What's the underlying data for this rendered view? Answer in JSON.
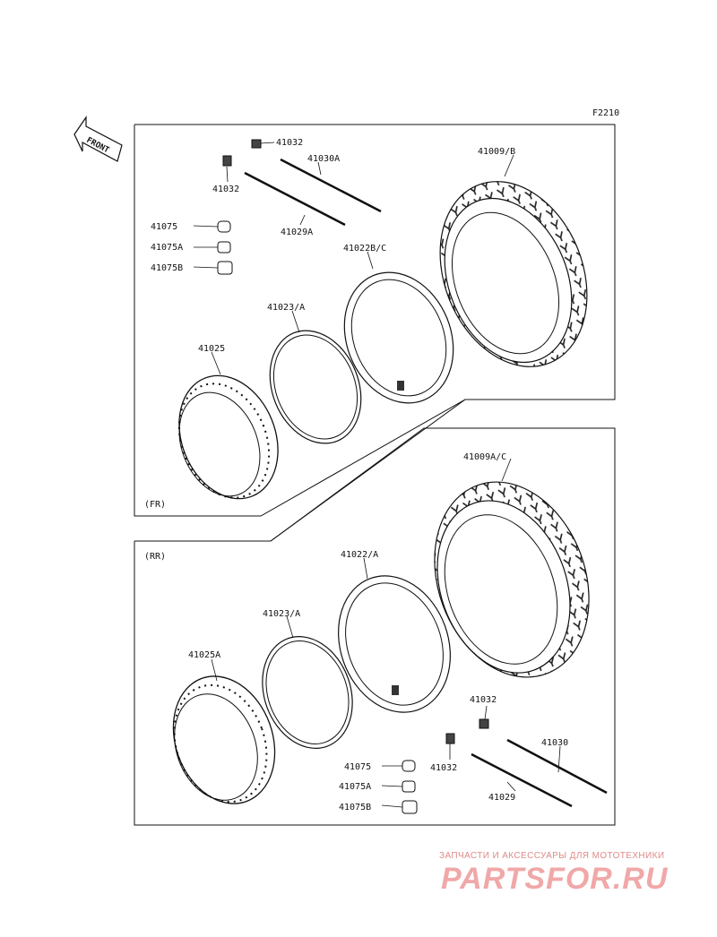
{
  "figure_code": "F2210",
  "front_marker": "FRONT",
  "front_section": {
    "label": "(FR)",
    "parts": [
      "41032",
      "41030A",
      "41032",
      "41029A",
      "41009/B",
      "41075",
      "41075A",
      "41075B",
      "41022B/C",
      "41023/A",
      "41025"
    ]
  },
  "rear_section": {
    "label": "(RR)",
    "parts": [
      "41009A/C",
      "41022/A",
      "41023/A",
      "41025A",
      "41032",
      "41030",
      "41075",
      "41032",
      "41075A",
      "41029",
      "41075B"
    ]
  },
  "watermark": {
    "tagline": "ЗАПЧАСТИ И АКСЕССУАРЫ ДЛЯ МОТОТЕХНИКИ",
    "logo": "PARTSFOR.RU"
  }
}
